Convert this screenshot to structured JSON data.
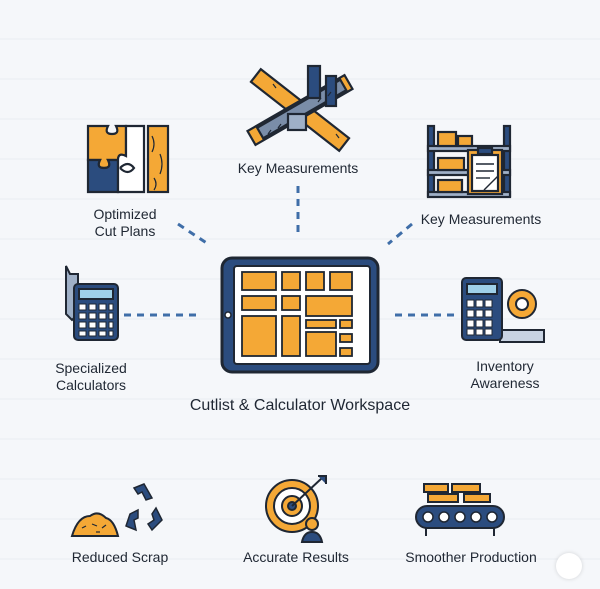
{
  "center": {
    "title": "Cutlist & Calculator Workspace"
  },
  "nodes": {
    "top": {
      "label": "Key Measurements"
    },
    "top_right": {
      "label": "Key Measurements"
    },
    "top_left": {
      "lines": [
        "Optimized",
        "Cut Plans"
      ]
    },
    "left": {
      "lines": [
        "Specialized",
        "Calculators"
      ]
    },
    "right": {
      "lines": [
        "Inventory",
        "Awareness"
      ]
    }
  },
  "outcomes": [
    {
      "label": "Reduced Scrap",
      "icon": "scrap-pile-icon"
    },
    {
      "label": "Accurate Results",
      "icon": "target-icon"
    },
    {
      "label": "Smoother Production",
      "icon": "conveyor-icon"
    }
  ],
  "colors": {
    "navy": "#2b4c7e",
    "orange": "#f4a836",
    "outline": "#1f2733",
    "dash": "#3f6ea8"
  }
}
